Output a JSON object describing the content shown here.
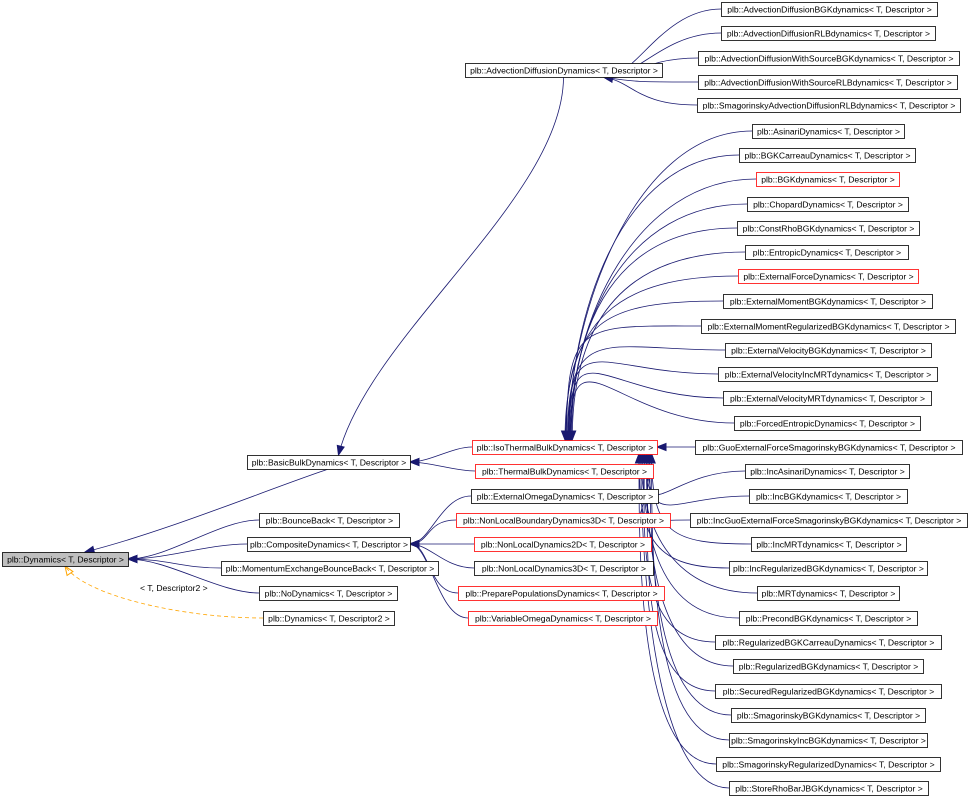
{
  "colors": {
    "background": "#ffffff",
    "node_border_default": "#000000",
    "node_border_highlight": "#ff0000",
    "root_fill": "#bfbfbf",
    "edge": "#191970",
    "template_edge": "#ffa500"
  },
  "nodes": {
    "dynamics": {
      "label": "plb::Dynamics< T, Descriptor >",
      "style": "root"
    },
    "basic_bulk": {
      "label": "plb::BasicBulkDynamics< T, Descriptor >",
      "style": "normal"
    },
    "bounce_back": {
      "label": "plb::BounceBack< T, Descriptor >",
      "style": "normal"
    },
    "composite": {
      "label": "plb::CompositeDynamics< T, Descriptor >",
      "style": "normal"
    },
    "momentum_exchange": {
      "label": "plb::MomentumExchangeBounceBack< T, Descriptor >",
      "style": "normal"
    },
    "no_dynamics": {
      "label": "plb::NoDynamics< T, Descriptor >",
      "style": "normal"
    },
    "dynamics_t2": {
      "label": "plb::Dynamics< T, Descriptor2 >",
      "style": "normal"
    },
    "advection_diffusion": {
      "label": "plb::AdvectionDiffusionDynamics< T, Descriptor >",
      "style": "normal"
    },
    "iso_thermal": {
      "label": "plb::IsoThermalBulkDynamics< T, Descriptor >",
      "style": "red"
    },
    "thermal_bulk": {
      "label": "plb::ThermalBulkDynamics< T, Descriptor >",
      "style": "red"
    },
    "ad_bgk": {
      "label": "plb::AdvectionDiffusionBGKdynamics< T, Descriptor >",
      "style": "normal"
    },
    "ad_rlb": {
      "label": "plb::AdvectionDiffusionRLBdynamics< T, Descriptor >",
      "style": "normal"
    },
    "ad_src_bgk": {
      "label": "plb::AdvectionDiffusionWithSourceBGKdynamics< T, Descriptor >",
      "style": "normal"
    },
    "ad_src_rlb": {
      "label": "plb::AdvectionDiffusionWithSourceRLBdynamics< T, Descriptor >",
      "style": "normal"
    },
    "smag_ad_rlb": {
      "label": "plb::SmagorinskyAdvectionDiffusionRLBdynamics< T, Descriptor >",
      "style": "normal"
    },
    "asinari": {
      "label": "plb::AsinariDynamics< T, Descriptor >",
      "style": "normal"
    },
    "bgk_carreau": {
      "label": "plb::BGKCarreauDynamics< T, Descriptor >",
      "style": "normal"
    },
    "bgk": {
      "label": "plb::BGKdynamics< T, Descriptor >",
      "style": "red"
    },
    "chopard": {
      "label": "plb::ChopardDynamics< T, Descriptor >",
      "style": "normal"
    },
    "const_rho_bgk": {
      "label": "plb::ConstRhoBGKdynamics< T, Descriptor >",
      "style": "normal"
    },
    "entropic": {
      "label": "plb::EntropicDynamics< T, Descriptor >",
      "style": "normal"
    },
    "external_force": {
      "label": "plb::ExternalForceDynamics< T, Descriptor >",
      "style": "red"
    },
    "ext_moment_bgk": {
      "label": "plb::ExternalMomentBGKdynamics< T, Descriptor >",
      "style": "normal"
    },
    "ext_moment_reg_bgk": {
      "label": "plb::ExternalMomentRegularizedBGKdynamics< T, Descriptor >",
      "style": "normal"
    },
    "ext_velocity_bgk": {
      "label": "plb::ExternalVelocityBGKdynamics< T, Descriptor >",
      "style": "normal"
    },
    "ext_velocity_inc_mrt": {
      "label": "plb::ExternalVelocityIncMRTdynamics< T, Descriptor >",
      "style": "normal"
    },
    "ext_velocity_mrt": {
      "label": "plb::ExternalVelocityMRTdynamics< T, Descriptor >",
      "style": "normal"
    },
    "forced_entropic": {
      "label": "plb::ForcedEntropicDynamics< T, Descriptor >",
      "style": "normal"
    },
    "guo_ext_force_smag_bgk": {
      "label": "plb::GuoExternalForceSmagorinskyBGKdynamics< T, Descriptor >",
      "style": "normal"
    },
    "inc_asinari": {
      "label": "plb::IncAsinariDynamics< T, Descriptor >",
      "style": "normal"
    },
    "inc_bgk": {
      "label": "plb::IncBGKdynamics< T, Descriptor >",
      "style": "normal"
    },
    "inc_guo_ext_force_smag_bgk": {
      "label": "plb::IncGuoExternalForceSmagorinskyBGKdynamics< T, Descriptor >",
      "style": "normal"
    },
    "inc_mrt": {
      "label": "plb::IncMRTdynamics< T, Descriptor >",
      "style": "normal"
    },
    "inc_regularized_bgk": {
      "label": "plb::IncRegularizedBGKdynamics< T, Descriptor >",
      "style": "normal"
    },
    "mrt": {
      "label": "plb::MRTdynamics< T, Descriptor >",
      "style": "normal"
    },
    "precond_bgk": {
      "label": "plb::PrecondBGKdynamics< T, Descriptor >",
      "style": "normal"
    },
    "regularized_bgk_carreau": {
      "label": "plb::RegularizedBGKCarreauDynamics< T, Descriptor >",
      "style": "normal"
    },
    "regularized_bgk": {
      "label": "plb::RegularizedBGKdynamics< T, Descriptor >",
      "style": "normal"
    },
    "secured_regularized_bgk": {
      "label": "plb::SecuredRegularizedBGKdynamics< T, Descriptor >",
      "style": "normal"
    },
    "smagorinsky_bgk": {
      "label": "plb::SmagorinskyBGKdynamics< T, Descriptor >",
      "style": "normal"
    },
    "smagorinsky_inc_bgk": {
      "label": "plb::SmagorinskyIncBGKdynamics< T, Descriptor >",
      "style": "normal"
    },
    "smagorinsky_regularized": {
      "label": "plb::SmagorinskyRegularizedDynamics< T, Descriptor >",
      "style": "normal"
    },
    "store_rho_bar_jbgk": {
      "label": "plb::StoreRhoBarJBGKdynamics< T, Descriptor >",
      "style": "normal"
    },
    "external_omega": {
      "label": "plb::ExternalOmegaDynamics< T, Descriptor >",
      "style": "normal"
    },
    "non_local_boundary_3d": {
      "label": "plb::NonLocalBoundaryDynamics3D< T, Descriptor >",
      "style": "red"
    },
    "non_local_2d": {
      "label": "plb::NonLocalDynamics2D< T, Descriptor >",
      "style": "red"
    },
    "non_local_3d": {
      "label": "plb::NonLocalDynamics3D< T, Descriptor >",
      "style": "normal"
    },
    "prepare_populations": {
      "label": "plb::PreparePopulationsDynamics< T, Descriptor >",
      "style": "red"
    },
    "variable_omega": {
      "label": "plb::VariableOmegaDynamics< T, Descriptor >",
      "style": "red"
    }
  },
  "edges": [
    {
      "from": "basic_bulk",
      "to": "dynamics"
    },
    {
      "from": "bounce_back",
      "to": "dynamics"
    },
    {
      "from": "composite",
      "to": "dynamics"
    },
    {
      "from": "momentum_exchange",
      "to": "dynamics"
    },
    {
      "from": "no_dynamics",
      "to": "dynamics"
    },
    {
      "from": "dynamics_t2",
      "to": "dynamics",
      "template": true,
      "label": "< T, Descriptor2 >"
    },
    {
      "from": "advection_diffusion",
      "to": "basic_bulk"
    },
    {
      "from": "iso_thermal",
      "to": "basic_bulk"
    },
    {
      "from": "thermal_bulk",
      "to": "basic_bulk"
    },
    {
      "from": "ad_bgk",
      "to": "advection_diffusion"
    },
    {
      "from": "ad_rlb",
      "to": "advection_diffusion"
    },
    {
      "from": "ad_src_bgk",
      "to": "advection_diffusion"
    },
    {
      "from": "ad_src_rlb",
      "to": "advection_diffusion"
    },
    {
      "from": "smag_ad_rlb",
      "to": "advection_diffusion"
    },
    {
      "from": "asinari",
      "to": "iso_thermal"
    },
    {
      "from": "bgk_carreau",
      "to": "iso_thermal"
    },
    {
      "from": "bgk",
      "to": "iso_thermal"
    },
    {
      "from": "chopard",
      "to": "iso_thermal"
    },
    {
      "from": "const_rho_bgk",
      "to": "iso_thermal"
    },
    {
      "from": "entropic",
      "to": "iso_thermal"
    },
    {
      "from": "external_force",
      "to": "iso_thermal"
    },
    {
      "from": "ext_moment_bgk",
      "to": "iso_thermal"
    },
    {
      "from": "ext_moment_reg_bgk",
      "to": "iso_thermal"
    },
    {
      "from": "ext_velocity_bgk",
      "to": "iso_thermal"
    },
    {
      "from": "ext_velocity_inc_mrt",
      "to": "iso_thermal"
    },
    {
      "from": "ext_velocity_mrt",
      "to": "iso_thermal"
    },
    {
      "from": "forced_entropic",
      "to": "iso_thermal"
    },
    {
      "from": "guo_ext_force_smag_bgk",
      "to": "iso_thermal"
    },
    {
      "from": "inc_asinari",
      "to": "iso_thermal"
    },
    {
      "from": "inc_bgk",
      "to": "iso_thermal"
    },
    {
      "from": "inc_guo_ext_force_smag_bgk",
      "to": "iso_thermal"
    },
    {
      "from": "inc_mrt",
      "to": "iso_thermal"
    },
    {
      "from": "inc_regularized_bgk",
      "to": "iso_thermal"
    },
    {
      "from": "mrt",
      "to": "iso_thermal"
    },
    {
      "from": "precond_bgk",
      "to": "iso_thermal"
    },
    {
      "from": "regularized_bgk_carreau",
      "to": "iso_thermal"
    },
    {
      "from": "regularized_bgk",
      "to": "iso_thermal"
    },
    {
      "from": "secured_regularized_bgk",
      "to": "iso_thermal"
    },
    {
      "from": "smagorinsky_bgk",
      "to": "iso_thermal"
    },
    {
      "from": "smagorinsky_inc_bgk",
      "to": "iso_thermal"
    },
    {
      "from": "smagorinsky_regularized",
      "to": "iso_thermal"
    },
    {
      "from": "store_rho_bar_jbgk",
      "to": "iso_thermal"
    },
    {
      "from": "external_omega",
      "to": "composite"
    },
    {
      "from": "non_local_boundary_3d",
      "to": "composite"
    },
    {
      "from": "non_local_2d",
      "to": "composite"
    },
    {
      "from": "non_local_3d",
      "to": "composite"
    },
    {
      "from": "prepare_populations",
      "to": "composite"
    },
    {
      "from": "variable_omega",
      "to": "composite"
    }
  ]
}
